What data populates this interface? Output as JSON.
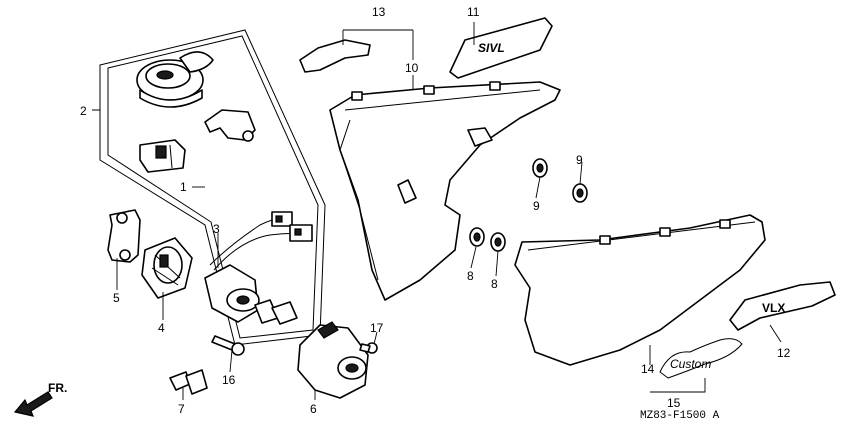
{
  "callouts": {
    "c1": "1",
    "c2": "2",
    "c3": "3",
    "c4": "4",
    "c5": "5",
    "c6": "6",
    "c7": "7",
    "c8a": "8",
    "c8b": "8",
    "c9a": "9",
    "c9b": "9",
    "c10": "10",
    "c11": "11",
    "c12": "12",
    "c13": "13",
    "c14": "14",
    "c15": "15",
    "c16": "16",
    "c17": "17"
  },
  "direction_label": "FR.",
  "diagram_code": "MZ83-F1500 A",
  "emblems": {
    "left_cover": "SIVL",
    "right_cover": "VLX",
    "script": "Custom"
  }
}
